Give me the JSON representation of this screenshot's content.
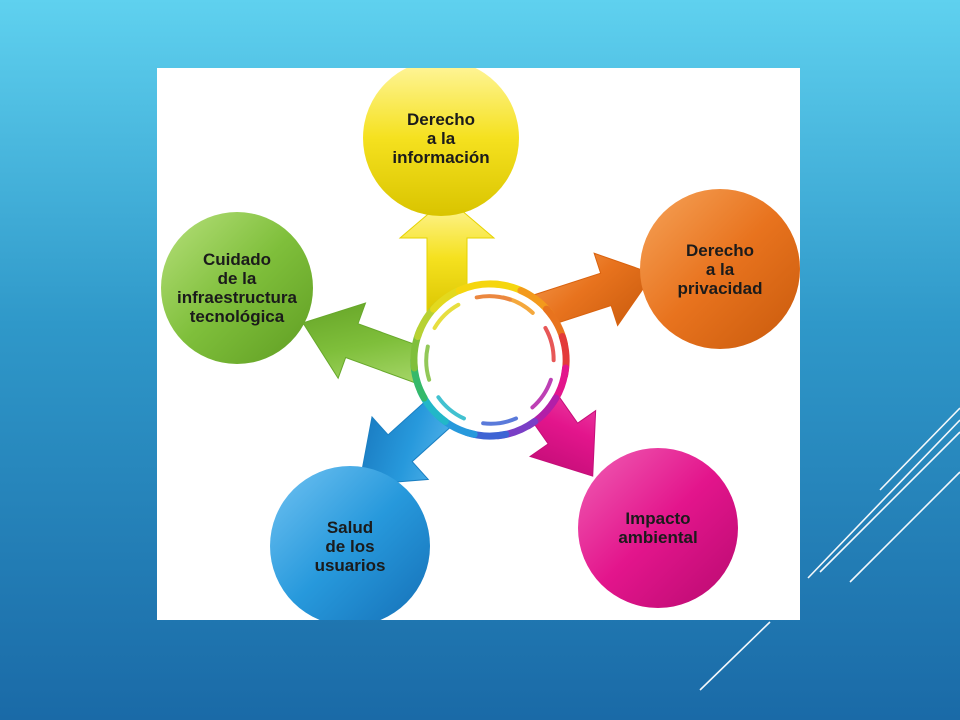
{
  "slide": {
    "background_top": "#5fd1ef",
    "background_bottom": "#1a6aa7",
    "accent_line_color": "#ffffff"
  },
  "diagram": {
    "center_icon": "rainbow-swirl-ring-icon",
    "nodes": [
      {
        "id": "informacion",
        "label": "Derecho\na la\ninformación",
        "color": "#f7e21a",
        "arrow_color": "#f3e01f"
      },
      {
        "id": "privacidad",
        "label": "Derecho\na la\nprivacidad",
        "color": "#e8731e",
        "arrow_color": "#ec7a22"
      },
      {
        "id": "ambiental",
        "label": "Impacto\nambiental",
        "color": "#e3158c",
        "arrow_color": "#df1f8f"
      },
      {
        "id": "salud",
        "label": "Salud\nde los\nusuarios",
        "color": "#2799dc",
        "arrow_color": "#2f9de0"
      },
      {
        "id": "infraestructura",
        "label": "Cuidado\nde la\ninfraestructura\ntecnológica",
        "color": "#7fbf3b",
        "arrow_color": "#86c143"
      }
    ]
  }
}
